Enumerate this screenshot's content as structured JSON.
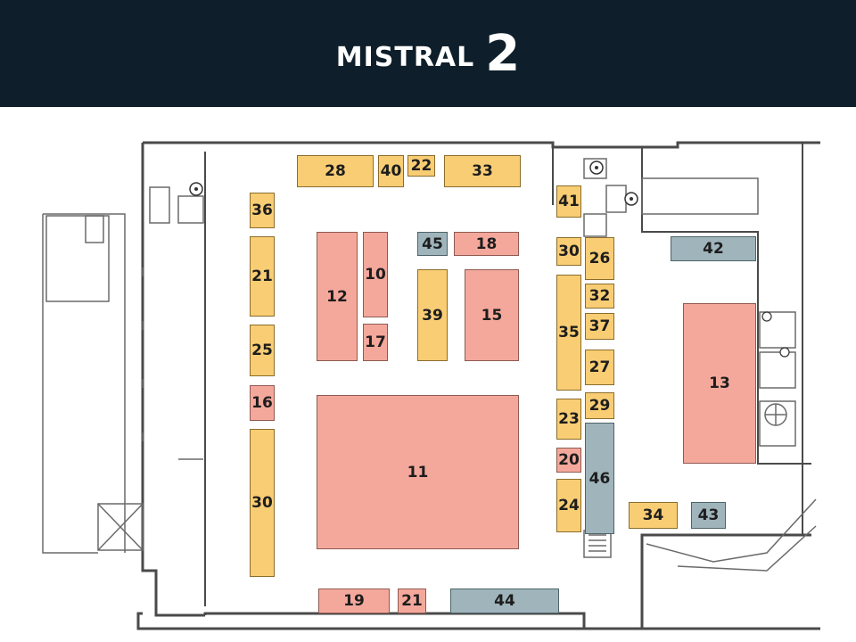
{
  "header": {
    "title_word": "MISTRAL",
    "title_number": "2"
  },
  "colors": {
    "header_bg": "#0e1f2b",
    "standard_booth": "#f9cd74",
    "large_booth": "#f4a89b",
    "service_booth": "#9fb4bb"
  },
  "booths": [
    {
      "id": "28",
      "kind": "standard"
    },
    {
      "id": "40",
      "kind": "standard"
    },
    {
      "id": "22",
      "kind": "standard"
    },
    {
      "id": "33",
      "kind": "standard"
    },
    {
      "id": "41",
      "kind": "standard"
    },
    {
      "id": "36",
      "kind": "standard"
    },
    {
      "id": "21",
      "kind": "standard"
    },
    {
      "id": "25",
      "kind": "standard"
    },
    {
      "id": "16",
      "kind": "large"
    },
    {
      "id": "30",
      "kind": "standard"
    },
    {
      "id": "12",
      "kind": "large"
    },
    {
      "id": "10",
      "kind": "large"
    },
    {
      "id": "17",
      "kind": "large"
    },
    {
      "id": "45",
      "kind": "service"
    },
    {
      "id": "18",
      "kind": "large"
    },
    {
      "id": "39",
      "kind": "standard"
    },
    {
      "id": "15",
      "kind": "large"
    },
    {
      "id": "11",
      "kind": "large"
    },
    {
      "id": "30",
      "kind": "standard"
    },
    {
      "id": "26",
      "kind": "standard"
    },
    {
      "id": "32",
      "kind": "standard"
    },
    {
      "id": "35",
      "kind": "standard"
    },
    {
      "id": "37",
      "kind": "standard"
    },
    {
      "id": "27",
      "kind": "standard"
    },
    {
      "id": "29",
      "kind": "standard"
    },
    {
      "id": "23",
      "kind": "standard"
    },
    {
      "id": "20",
      "kind": "large"
    },
    {
      "id": "46",
      "kind": "service"
    },
    {
      "id": "24",
      "kind": "standard"
    },
    {
      "id": "42",
      "kind": "service"
    },
    {
      "id": "13",
      "kind": "large"
    },
    {
      "id": "34",
      "kind": "standard"
    },
    {
      "id": "43",
      "kind": "service"
    },
    {
      "id": "19",
      "kind": "large"
    },
    {
      "id": "21",
      "kind": "large"
    },
    {
      "id": "44",
      "kind": "service"
    }
  ],
  "icons": {
    "accessible_toilet": "wheelchair-icon",
    "stairs": "stairs-icon",
    "elevator": "elevator-icon",
    "spiral_stairs": "spiral-stairs-icon"
  }
}
